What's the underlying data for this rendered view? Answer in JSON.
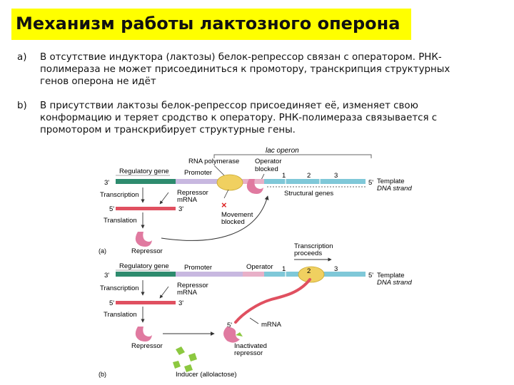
{
  "slide": {
    "title": "Механизм работы лактозного оперона",
    "items": [
      {
        "marker": "a)",
        "lines": [
          "В отсутствие индуктора (лактозы) белок-репрессор связан с оператором. РНК-",
          "полимераза не может присоединиться к промотору, транскрипция структурных",
          "генов оперона не идёт"
        ]
      },
      {
        "marker": "b)",
        "lines": [
          "В присутствии лактозы белок-репрессор присоединяет её, изменяет свою",
          "конформацию и теряет сродство к оператору. РНК-полимераза связывается с",
          "промотором и транскрибирует структурные гены."
        ]
      }
    ]
  },
  "figure": {
    "lac_operon": "lac operon",
    "rna_polymerase": "RNA polymerase",
    "operator_blocked": [
      "Operator",
      "blocked"
    ],
    "regulatory_gene": "Regulatory gene",
    "promoter": "Promoter",
    "operator": "Operator",
    "gene_numbers": [
      "1",
      "2",
      "3"
    ],
    "three_prime": "3'",
    "five_prime": "5'",
    "template_strand": [
      "Template",
      "DNA strand"
    ],
    "structural_genes": "Structural genes",
    "transcription": "Transcription",
    "translation": "Translation",
    "repressor_mrna": [
      "Repressor",
      "mRNA"
    ],
    "movement_blocked": [
      "Movement",
      "blocked"
    ],
    "repressor": "Repressor",
    "panel_a": "(a)",
    "panel_b": "(b)",
    "transcription_proceeds": [
      "Transcription",
      "proceeds"
    ],
    "mrna": "mRNA",
    "inactivated_repressor": [
      "Inactivated",
      "repressor"
    ],
    "inducer": "Inducer (allolactose)",
    "colors": {
      "regulatory_gene": "#2e8b6e",
      "promoter": "#c8b8e0",
      "operator": "#e8b0c8",
      "structural_gene": "#7fc8d8",
      "polymerase": "#f0d060",
      "repressor": "#e07aa0",
      "mrna": "#e05060",
      "inducer": "#8cc840"
    }
  }
}
